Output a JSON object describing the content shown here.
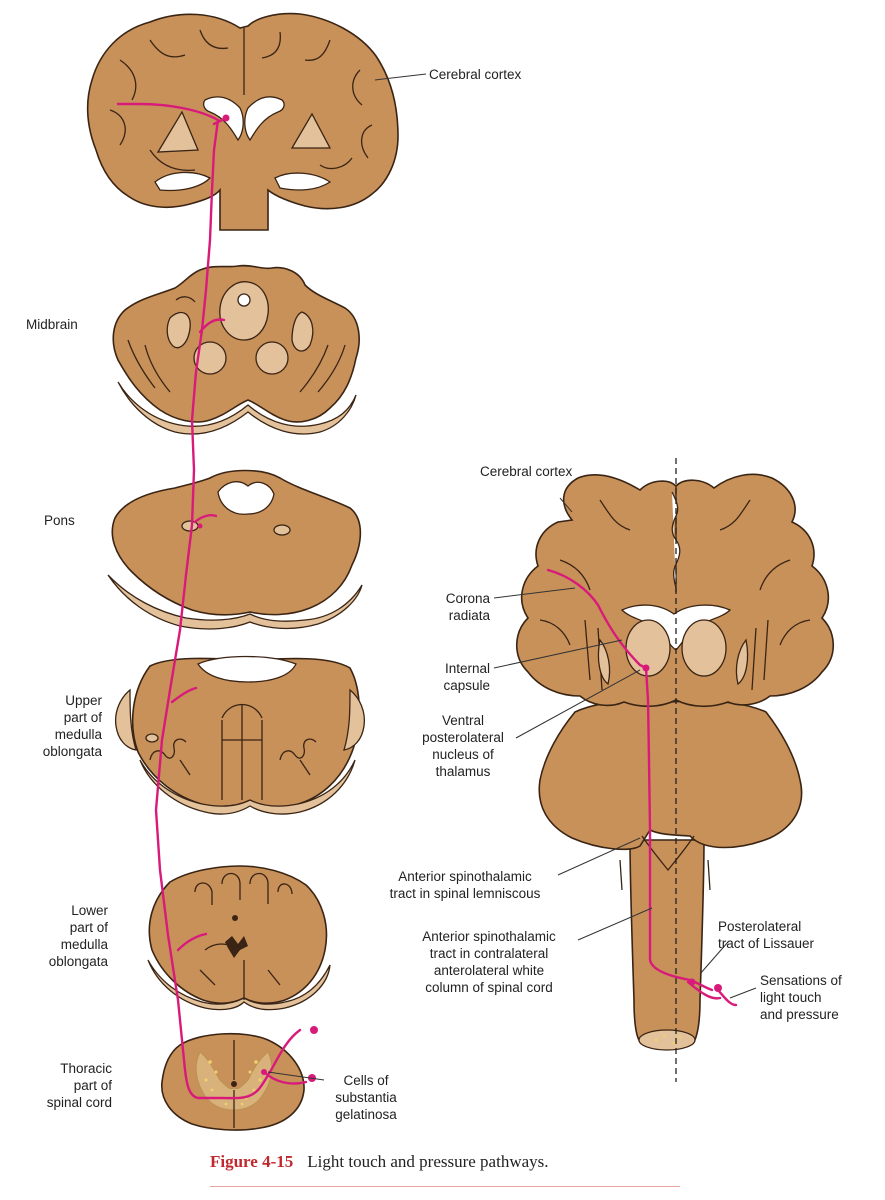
{
  "colors": {
    "tissue": "#c8915a",
    "tissue_light": "#e3c19b",
    "tissue_outline": "#3a2414",
    "ventricle": "#ffffff",
    "nucleus": "#e8c9a6",
    "pathway": "#d81b7a",
    "caption_red": "#c0282e",
    "rule": "#e8a6a0",
    "label_text": "#222222"
  },
  "labels": {
    "cerebral_cortex_top": "Cerebral cortex",
    "midbrain": "Midbrain",
    "pons": "Pons",
    "upper_medulla": [
      "Upper",
      "part of",
      "medulla",
      "oblongata"
    ],
    "lower_medulla": [
      "Lower",
      "part of",
      "medulla",
      "oblongata"
    ],
    "thoracic_cord": [
      "Thoracic",
      "part of",
      "spinal cord"
    ],
    "substantia_gelatinosa": [
      "Cells of",
      "substantia",
      "gelatinosa"
    ],
    "cerebral_cortex_right": "Cerebral cortex",
    "corona_radiata": [
      "Corona",
      "radiata"
    ],
    "internal_capsule": [
      "Internal",
      "capsule"
    ],
    "vpl_nucleus": [
      "Ventral",
      "posterolateral",
      "nucleus of",
      "thalamus"
    ],
    "anterior_spinothalamic_lemniscus": [
      "Anterior spinothalamic",
      "tract in spinal lemniscous"
    ],
    "anterior_spinothalamic_white": [
      "Anterior spinothalamic",
      "tract in contralateral",
      "anterolateral white",
      "column of spinal cord"
    ],
    "lissauer": [
      "Posterolateral",
      "tract of Lissauer"
    ],
    "sensations": [
      "Sensations of",
      "light touch",
      "and pressure"
    ]
  },
  "caption": {
    "number": "Figure 4-15",
    "text": "Light touch and pressure pathways."
  }
}
